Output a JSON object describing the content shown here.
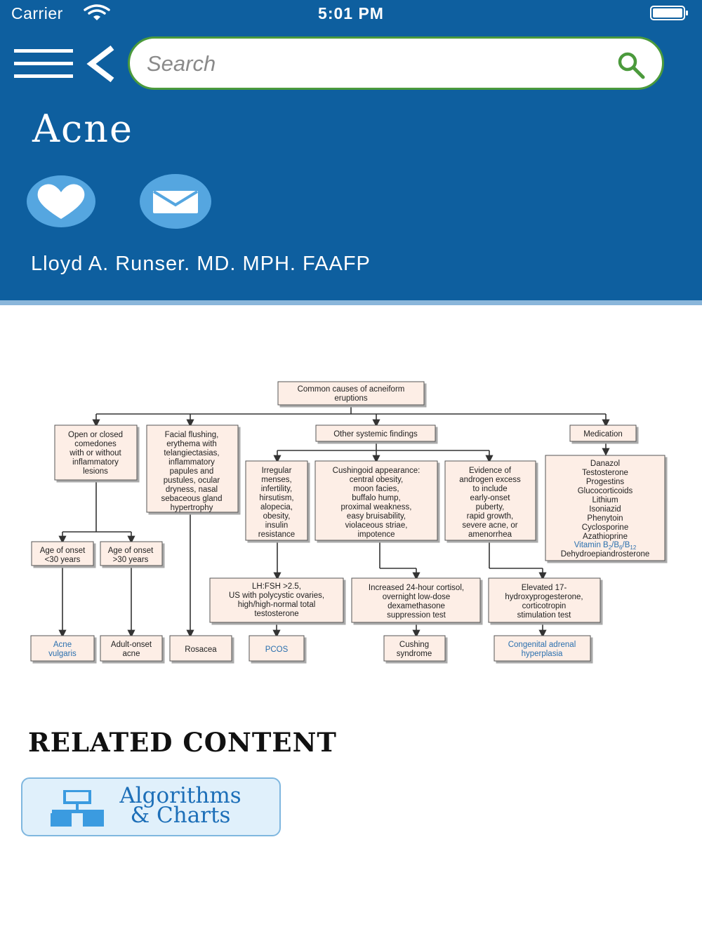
{
  "status_bar": {
    "carrier": "Carrier",
    "time": "5:01 PM"
  },
  "search": {
    "placeholder": "Search",
    "value": ""
  },
  "topic": {
    "title": "Acne",
    "author": "Lloyd A. Runser. MD. MPH. FAAFP"
  },
  "icons": {
    "menu": "hamburger-menu-icon",
    "back": "chevron-left-icon",
    "search": "magnifier-icon",
    "favorite": "heart-icon",
    "email": "envelope-icon",
    "algorithms": "flowchart-icon"
  },
  "colors": {
    "header": "#0e5f9f",
    "accent_green": "#4b9a3c",
    "button_blue": "#55a6e0",
    "link_blue": "#2a6fae",
    "box_fill": "#fdeee6"
  },
  "algorithm": {
    "root": [
      "Common causes of acneiform",
      "eruptions"
    ],
    "comedones": [
      "Open or closed",
      "comedones",
      "with or without",
      "inflammatory",
      "lesions"
    ],
    "flushing": [
      "Facial flushing,",
      "erythema with",
      "telangiectasias,",
      "inflammatory",
      "papules and",
      "pustules, ocular",
      "dryness, nasal",
      "sebaceous gland",
      "hypertrophy"
    ],
    "systemic": [
      "Other systemic findings"
    ],
    "medication": [
      "Medication"
    ],
    "irregular": [
      "Irregular",
      "menses,",
      "infertility,",
      "hirsutism,",
      "alopecia,",
      "obesity,",
      "insulin",
      "resistance"
    ],
    "cushingoid": [
      "Cushingoid appearance:",
      "central obesity,",
      "moon facies,",
      "buffalo hump,",
      "proximal weakness,",
      "easy bruisability,",
      "violaceous striae,",
      "impotence"
    ],
    "androgen": [
      "Evidence of",
      "androgen excess",
      "to include",
      "early-onset",
      "puberty,",
      "rapid growth,",
      "severe acne, or",
      "amenorrhea"
    ],
    "drugs": [
      "Danazol",
      "Testosterone",
      "Progestins",
      "Glucocorticoids",
      "Lithium",
      "Isoniazid",
      "Phenytoin",
      "Cyclosporine",
      "Azathioprine"
    ],
    "vitamin": {
      "prefix": "Vitamin B",
      "sub1": "2",
      "sep1": "/B",
      "sub2": "6",
      "sep2": "/B",
      "sub3": "12"
    },
    "dhea": "Dehydroepiandrosterone",
    "age_under": [
      "Age of onset",
      "<30 years"
    ],
    "age_over": [
      "Age of onset",
      ">30 years"
    ],
    "lh_fsh": [
      "LH:FSH >2.5,",
      "US with polycystic ovaries,",
      "high/high-normal total",
      "testosterone"
    ],
    "cortisol": [
      "Increased 24-hour cortisol,",
      "overnight low-dose",
      "dexamethasone",
      "suppression test"
    ],
    "hydroxy": [
      "Elevated 17-",
      "hydroxyprogesterone,",
      "corticotropin",
      "stimulation test"
    ],
    "acne_vulgaris": [
      "Acne",
      "vulgaris"
    ],
    "adult_acne": [
      "Adult-onset",
      "acne"
    ],
    "rosacea": [
      "Rosacea"
    ],
    "pcos": [
      "PCOS"
    ],
    "cushing": [
      "Cushing",
      "syndrome"
    ],
    "cah": [
      "Congenital adrenal",
      "hyperplasia"
    ]
  },
  "related": {
    "heading": "RELATED CONTENT",
    "button_line1": "Algorithms",
    "button_line2": "& Charts"
  }
}
